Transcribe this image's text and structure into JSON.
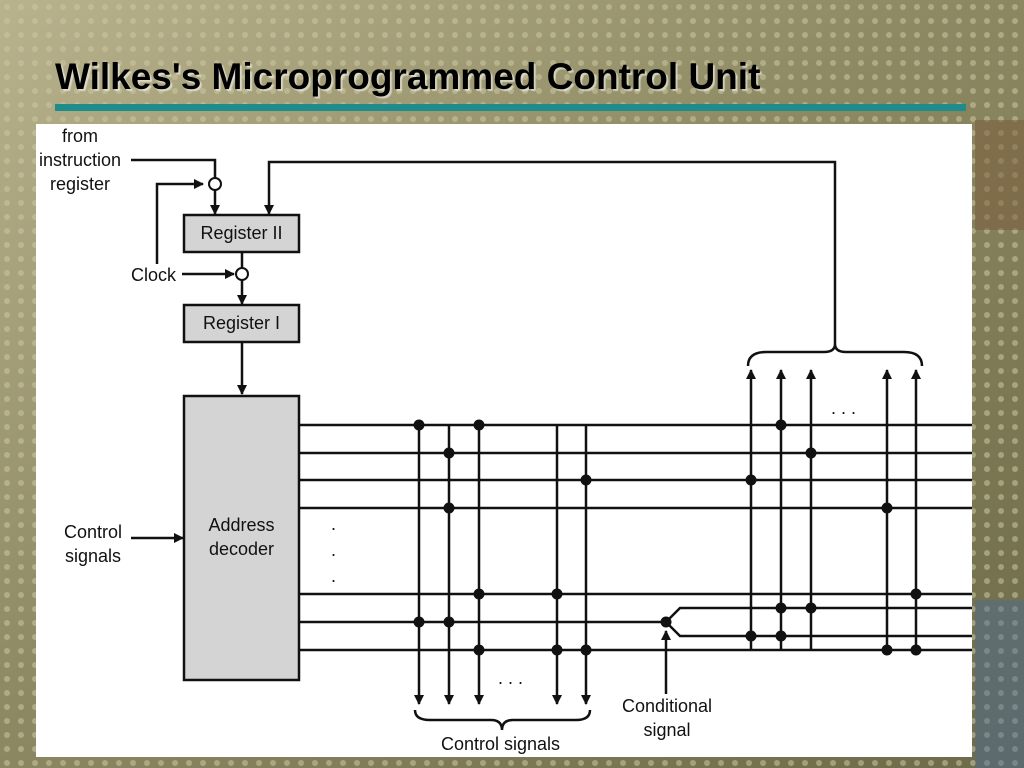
{
  "slide": {
    "title": "Wilkes's Microprogrammed Control Unit",
    "accent_color": "#1e8c8c"
  },
  "diagram": {
    "input_label_line1": "from",
    "input_label_line2": "instruction",
    "input_label_line3": "register",
    "clock_label": "Clock",
    "register2_label": "Register II",
    "register1_label": "Register I",
    "decoder_label_line1": "Address",
    "decoder_label_line2": "decoder",
    "control_input_line1": "Control",
    "control_input_line2": "signals",
    "control_output_label": "Control signals",
    "conditional_line1": "Conditional",
    "conditional_line2": "signal",
    "ellipsis_vertical": ".",
    "ellipsis_horizontal": ". . ."
  }
}
